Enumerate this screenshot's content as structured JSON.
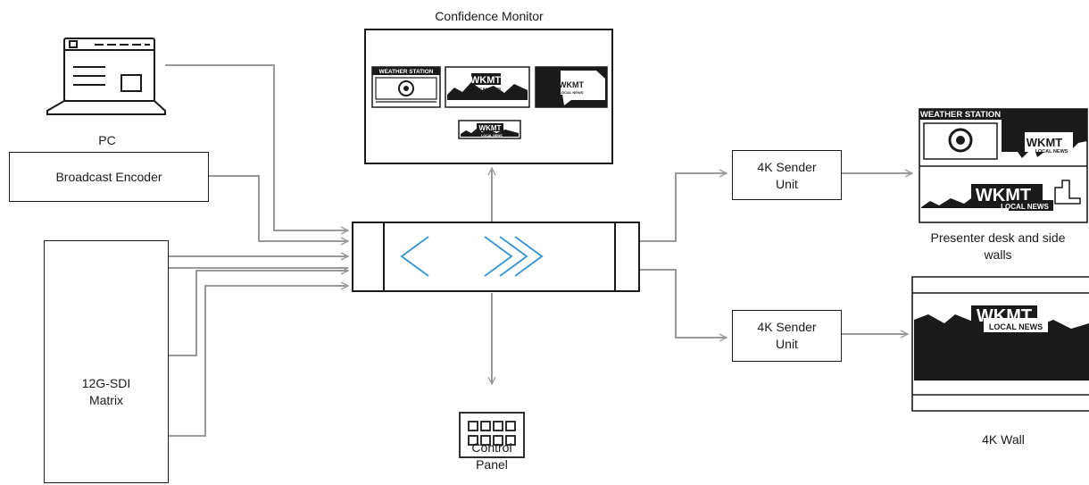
{
  "nodes": {
    "pc": {
      "label": "PC"
    },
    "encoder": {
      "label": "Broadcast Encoder"
    },
    "matrix": {
      "line1": "12G-SDI",
      "line2": "Matrix"
    },
    "confidence": {
      "label": "Confidence Monitor"
    },
    "sender1": {
      "line1": "4K Sender",
      "line2": "Unit"
    },
    "sender2": {
      "line1": "4K Sender",
      "line2": "Unit"
    },
    "control": {
      "line1": "Control",
      "line2": "Panel"
    },
    "presenter": {
      "line1": "Presenter desk and side",
      "line2": "walls"
    },
    "wall4k": {
      "label": "4K Wall"
    }
  },
  "screen_text": {
    "weather": "WEATHER STATION",
    "brand": "WKMT",
    "sub": "LOCAL NEWS"
  },
  "edges": [
    {
      "from": "pc",
      "to": "switcher"
    },
    {
      "from": "encoder",
      "to": "switcher"
    },
    {
      "from": "matrix",
      "to": "switcher"
    },
    {
      "from": "matrix",
      "to": "switcher"
    },
    {
      "from": "matrix",
      "to": "switcher"
    },
    {
      "from": "matrix",
      "to": "switcher"
    },
    {
      "from": "switcher",
      "to": "confidence"
    },
    {
      "from": "switcher",
      "to": "control"
    },
    {
      "from": "switcher",
      "to": "sender1"
    },
    {
      "from": "switcher",
      "to": "sender2"
    },
    {
      "from": "sender1",
      "to": "presenter"
    },
    {
      "from": "sender2",
      "to": "wall4k"
    }
  ],
  "colors": {
    "line": "#999999",
    "stroke": "#1a1a1a",
    "chevron": "#3a9ad9"
  }
}
